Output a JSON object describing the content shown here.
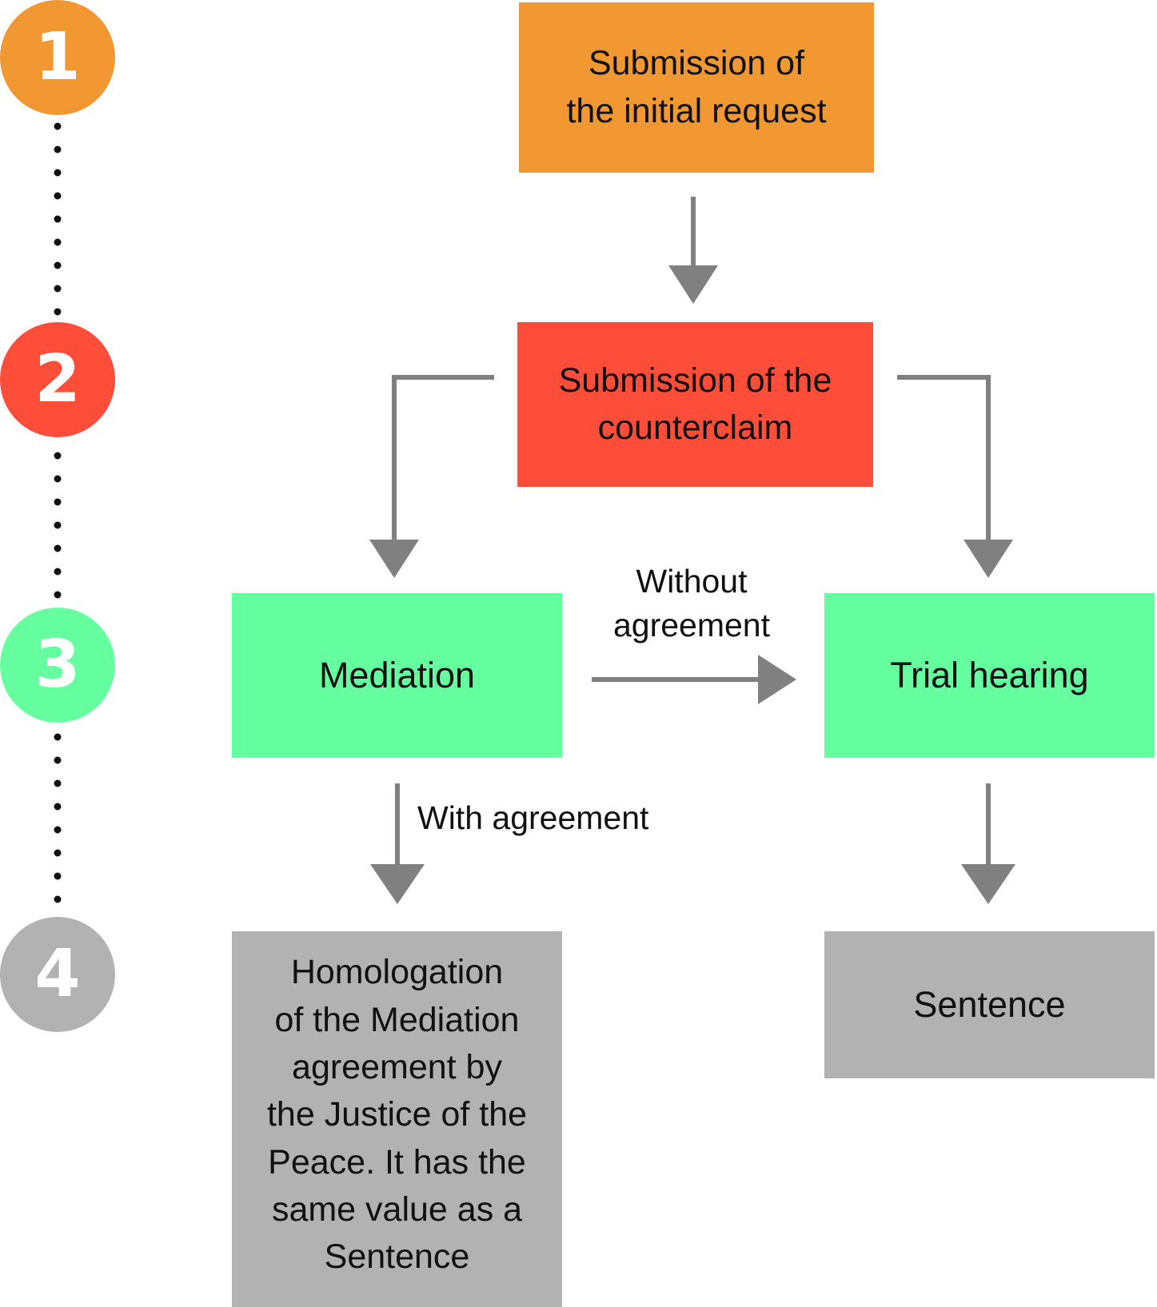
{
  "steps": [
    {
      "number": "1",
      "color": "#F29833"
    },
    {
      "number": "2",
      "color": "#FE4D38"
    },
    {
      "number": "3",
      "color": "#66FF9F"
    },
    {
      "number": "4",
      "color": "#B2B2B2"
    }
  ],
  "nodes": {
    "submission": {
      "label": "Submission of\nthe initial request",
      "color": "#F29833"
    },
    "counterclaim": {
      "label": "Submission of the\ncounterclaim",
      "color": "#FE4D38"
    },
    "mediation": {
      "label": "Mediation",
      "color": "#66FF9F"
    },
    "trial": {
      "label": "Trial hearing",
      "color": "#66FF9F"
    },
    "homologation": {
      "label": "Homologation\nof the Mediation\nagreement by\nthe Justice of the\nPeace. It has the\nsame value as a\nSentence",
      "color": "#B2B2B2"
    },
    "sentence": {
      "label": "Sentence",
      "color": "#B2B2B2"
    }
  },
  "edges": {
    "without_agreement": "Without\nagreement",
    "with_agreement": "With agreement"
  },
  "colors": {
    "arrow": "#808080",
    "dots": "#111111"
  }
}
